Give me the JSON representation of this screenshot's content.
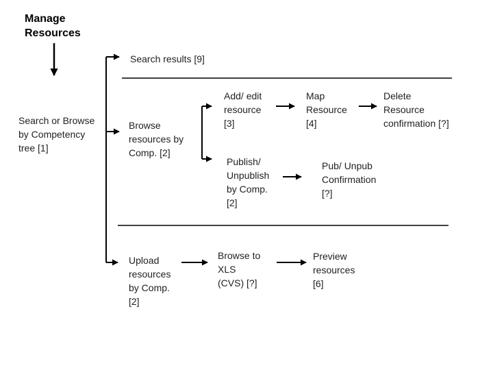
{
  "colors": {
    "background": "#ffffff",
    "text": "#1f1f1f",
    "line": "#000000"
  },
  "diagram": {
    "title": "Manage\nResources",
    "nodes": {
      "search_results": "Search results [9]",
      "search_or_browse": "Search or Browse\nby Competency\ntree [1]",
      "browse_resources": "Browse\nresources by\nComp. [2]",
      "add_edit_resource": "Add/ edit\nresource\n[3]",
      "map_resource": "Map\nResource\n[4]",
      "delete_resource_confirmation": "Delete\nResource\nconfirmation [?]",
      "publish_unpublish": "Publish/\nUnpublish\nby Comp.\n[2]",
      "pub_unpub_confirmation": "Pub/ Unpub\nConfirmation\n[?]",
      "upload_resources": "Upload\nresources\nby Comp.\n[2]",
      "browse_to_xls": "Browse to\nXLS\n(CVS) [?]",
      "preview_resources": "Preview\nresources\n[6]"
    }
  }
}
